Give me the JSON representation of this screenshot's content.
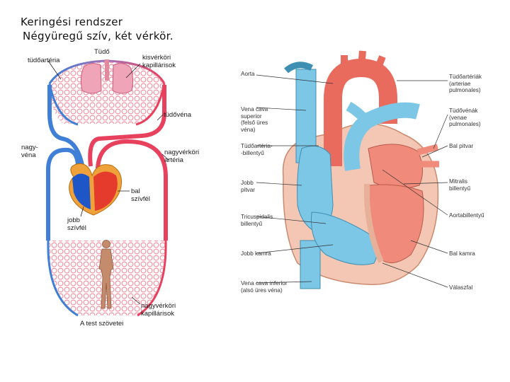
{
  "slide": {
    "title_line1": "Keringési rendszer",
    "title_line2": "Négyüregű szív, két vérkör."
  },
  "circulation_diagram": {
    "labels": {
      "lung": "Tüdő",
      "pulmonary_artery": "tüdőartéria",
      "pulmonary_capillaries": "kisvérköri\nkapillárisok",
      "pulmonary_vein": "tüdővéna",
      "vena_cava": "nagy-\nvéna",
      "aorta": "nagyvérköri\nartéria",
      "left_heart": "bal\nszívfél",
      "right_heart": "jobb\nszívfél",
      "systemic_capillaries": "nagyvérköri\nkapillárisok",
      "body_tissues": "A test szövetei"
    },
    "colors": {
      "oxygenated": "#e8415e",
      "deoxygenated": "#3f7fd6",
      "heart_right": "#1e56c8",
      "heart_left": "#e53b2c"
    }
  },
  "heart_diagram": {
    "left_labels": [
      "Aorta",
      "Vena cava\nsuperior\n(felső üres\nvéna)",
      "Tüdőartéria-\n-billentyű",
      "Jobb\npitvar",
      "Tricuspidalis\nbillentyű",
      "Jobb kamra",
      "Vena cava inferior\n(alsó üres véna)"
    ],
    "right_labels": [
      "Tüdőartériák\n(arteriae\npulmonales)",
      "Tüdővénák\n(venae\npulmonales)",
      "Bal pitvar",
      "Mitralis\nbillentyű",
      "Aortabillentyű",
      "Bal kamra",
      "Válaszfal"
    ],
    "colors": {
      "deoxygenated": "#7cc6e6",
      "oxygenated": "#f08a7a",
      "wall": "#f3c7b3"
    }
  }
}
